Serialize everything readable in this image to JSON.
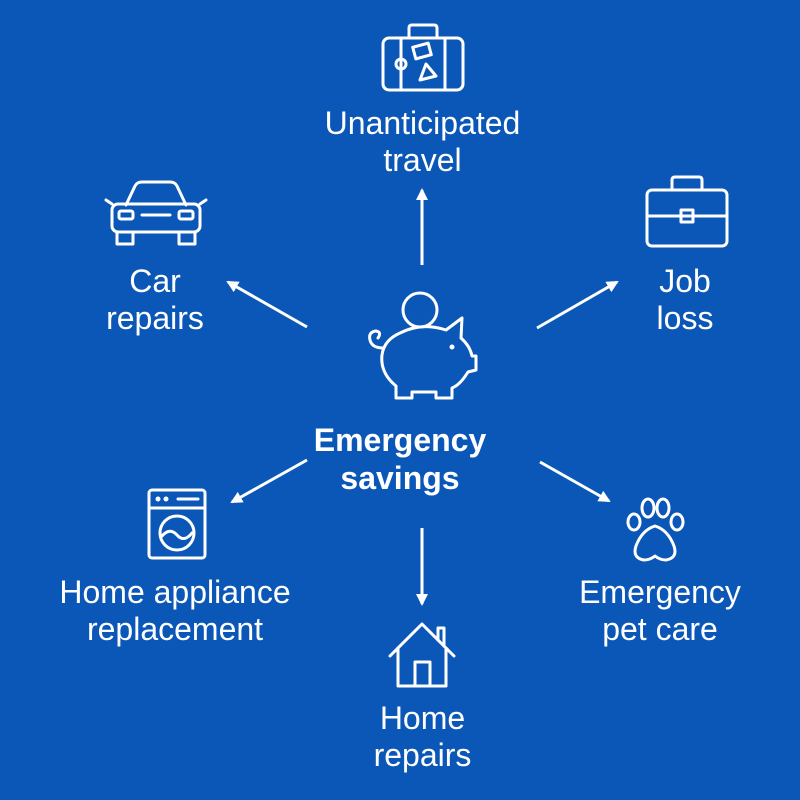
{
  "center": {
    "line1": "Emergency",
    "line2": "savings",
    "icon": "piggy-bank-icon"
  },
  "nodes": [
    {
      "id": "travel",
      "line1": "Unanticipated",
      "line2": "travel",
      "icon": "suitcase-icon"
    },
    {
      "id": "job",
      "line1": "Job",
      "line2": "loss",
      "icon": "briefcase-icon"
    },
    {
      "id": "pet",
      "line1": "Emergency",
      "line2": "pet care",
      "icon": "paw-print-icon"
    },
    {
      "id": "home",
      "line1": "Home",
      "line2": "repairs",
      "icon": "house-icon"
    },
    {
      "id": "appliance",
      "line1": "Home appliance",
      "line2": "replacement",
      "icon": "washing-machine-icon"
    },
    {
      "id": "car",
      "line1": "Car",
      "line2": "repairs",
      "icon": "car-icon"
    }
  ],
  "colors": {
    "background": "#0b57b8",
    "foreground": "#ffffff"
  }
}
